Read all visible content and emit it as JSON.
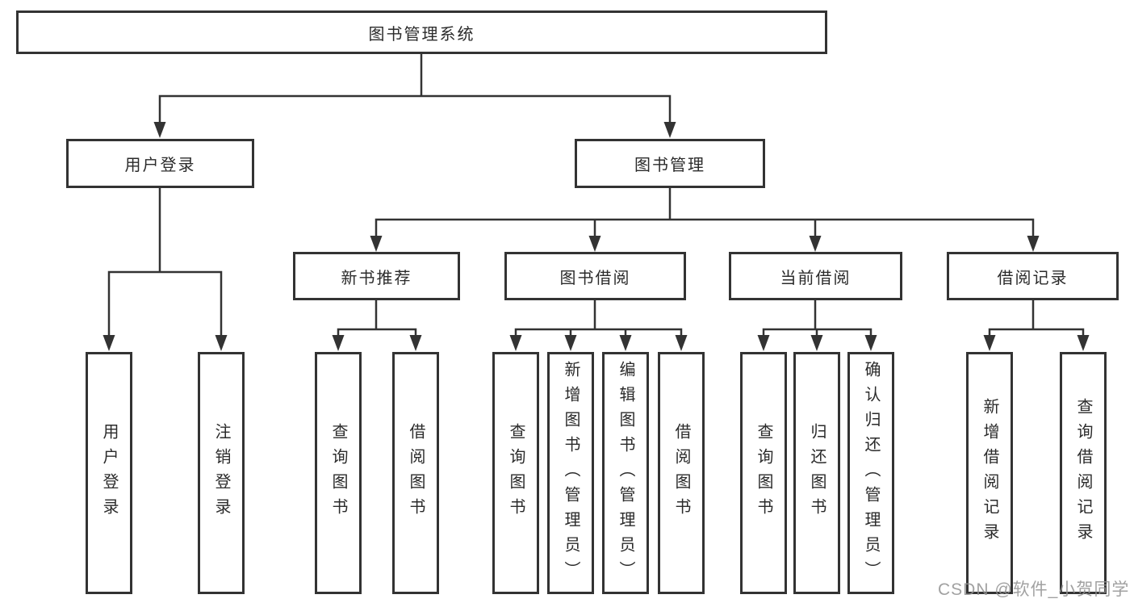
{
  "diagram": {
    "type": "tree",
    "root": {
      "label": "图书管理系统"
    },
    "level2": [
      {
        "label": "用户登录"
      },
      {
        "label": "图书管理"
      }
    ],
    "level3": [
      {
        "label": "新书推荐"
      },
      {
        "label": "图书借阅"
      },
      {
        "label": "当前借阅"
      },
      {
        "label": "借阅记录"
      }
    ],
    "leaves": {
      "user_login": [
        "用户登录",
        "注销登录"
      ],
      "new_book": [
        "查询图书",
        "借阅图书"
      ],
      "borrow": [
        "查询图书",
        "新增图书（管理员）",
        "编辑图书（管理员）",
        "借阅图书"
      ],
      "current": [
        "查询图书",
        "归还图书",
        "确认归还（管理员）"
      ],
      "records": [
        "新增借阅记录",
        "查询借阅记录"
      ]
    },
    "edges": [
      [
        "图书管理系统",
        "用户登录"
      ],
      [
        "图书管理系统",
        "图书管理"
      ],
      [
        "用户登录",
        "用户登录"
      ],
      [
        "用户登录",
        "注销登录"
      ],
      [
        "图书管理",
        "新书推荐"
      ],
      [
        "图书管理",
        "图书借阅"
      ],
      [
        "图书管理",
        "当前借阅"
      ],
      [
        "图书管理",
        "借阅记录"
      ],
      [
        "新书推荐",
        "查询图书"
      ],
      [
        "新书推荐",
        "借阅图书"
      ],
      [
        "图书借阅",
        "查询图书"
      ],
      [
        "图书借阅",
        "新增图书（管理员）"
      ],
      [
        "图书借阅",
        "编辑图书（管理员）"
      ],
      [
        "图书借阅",
        "借阅图书"
      ],
      [
        "当前借阅",
        "查询图书"
      ],
      [
        "当前借阅",
        "归还图书"
      ],
      [
        "当前借阅",
        "确认归还（管理员）"
      ],
      [
        "借阅记录",
        "新增借阅记录"
      ],
      [
        "借阅记录",
        "查询借阅记录"
      ]
    ]
  },
  "watermark": "CSDN @软件_小贺同学",
  "colors": {
    "line": "#333333",
    "text": "#2b2b2b",
    "background": "#ffffff",
    "watermark": "#919191"
  }
}
